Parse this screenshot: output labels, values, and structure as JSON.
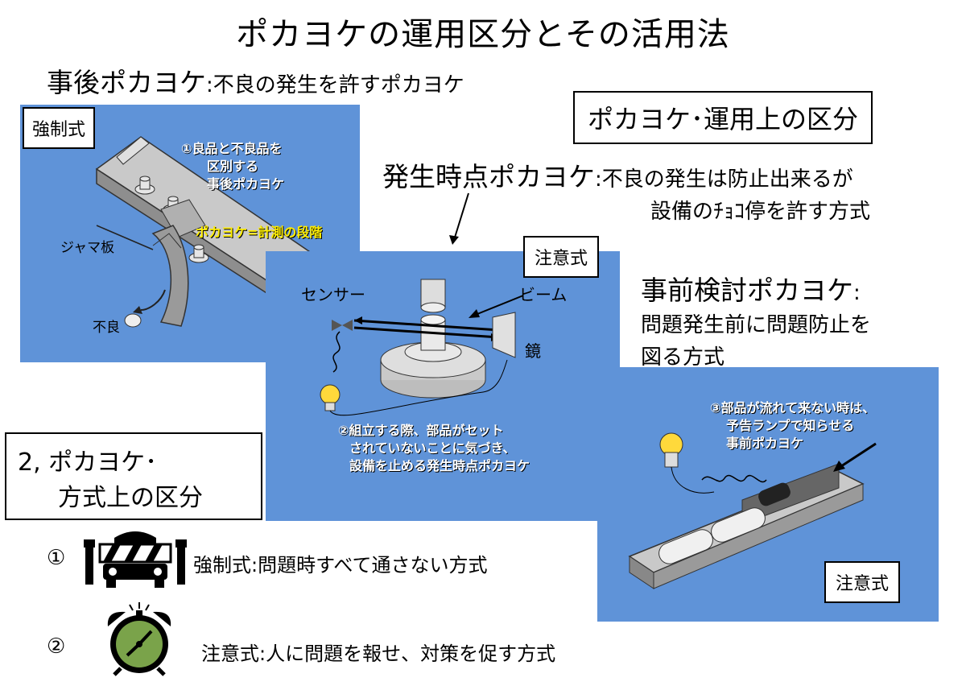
{
  "title": "ポカヨケの運用区分とその活用法",
  "after_pokayoke": {
    "term": "事後ポカヨケ",
    "desc": ":不良の発生を許すポカヨケ"
  },
  "operational_box": "ポカヨケ･運用上の区分",
  "occurrence_pokayoke": {
    "term": "発生時点ポカヨケ",
    "desc1": ":不良の発生は防止出来るが",
    "desc2": "設備のﾁｮｺ停を許す方式"
  },
  "preventive_pokayoke": {
    "term": "事前検討ポカヨケ",
    "colon": ":",
    "desc1": "問題発生前に問題防止を",
    "desc2": "図る方式"
  },
  "method_box": {
    "line1": "2, ポカヨケ･",
    "line2": "方式上の区分"
  },
  "panel1": {
    "label": "強制式",
    "note_line1": "①良品と不良品を",
    "note_line2": "区別する",
    "note_line3": "事後ポカヨケ",
    "highlight": "ポカヨケ=計測の段階",
    "jama": "ジャマ板",
    "defect": "不良"
  },
  "panel2": {
    "label": "注意式",
    "sensor": "センサー",
    "beam": "ビーム",
    "mirror": "鏡",
    "note_line1": "②組立する際、部品がセット",
    "note_line2": "されていないことに気づき、",
    "note_line3": "設備を止める発生時点ポカヨケ"
  },
  "panel3": {
    "label": "注意式",
    "note_line1": "③部品が流れて来ない時は、",
    "note_line2": "予告ランプで知らせる",
    "note_line3": "事前ポカヨケ"
  },
  "methods": [
    {
      "num": "①",
      "icon": "barricade-icon",
      "text": "強制式:問題時すべて通さない方式"
    },
    {
      "num": "②",
      "icon": "alarm-clock-icon",
      "text": "注意式:人に問題を報せ、対策を促す方式"
    }
  ],
  "colors": {
    "panel": "#5f93d8",
    "highlight": "#ffee00",
    "clock_face": "#7aa34a"
  }
}
